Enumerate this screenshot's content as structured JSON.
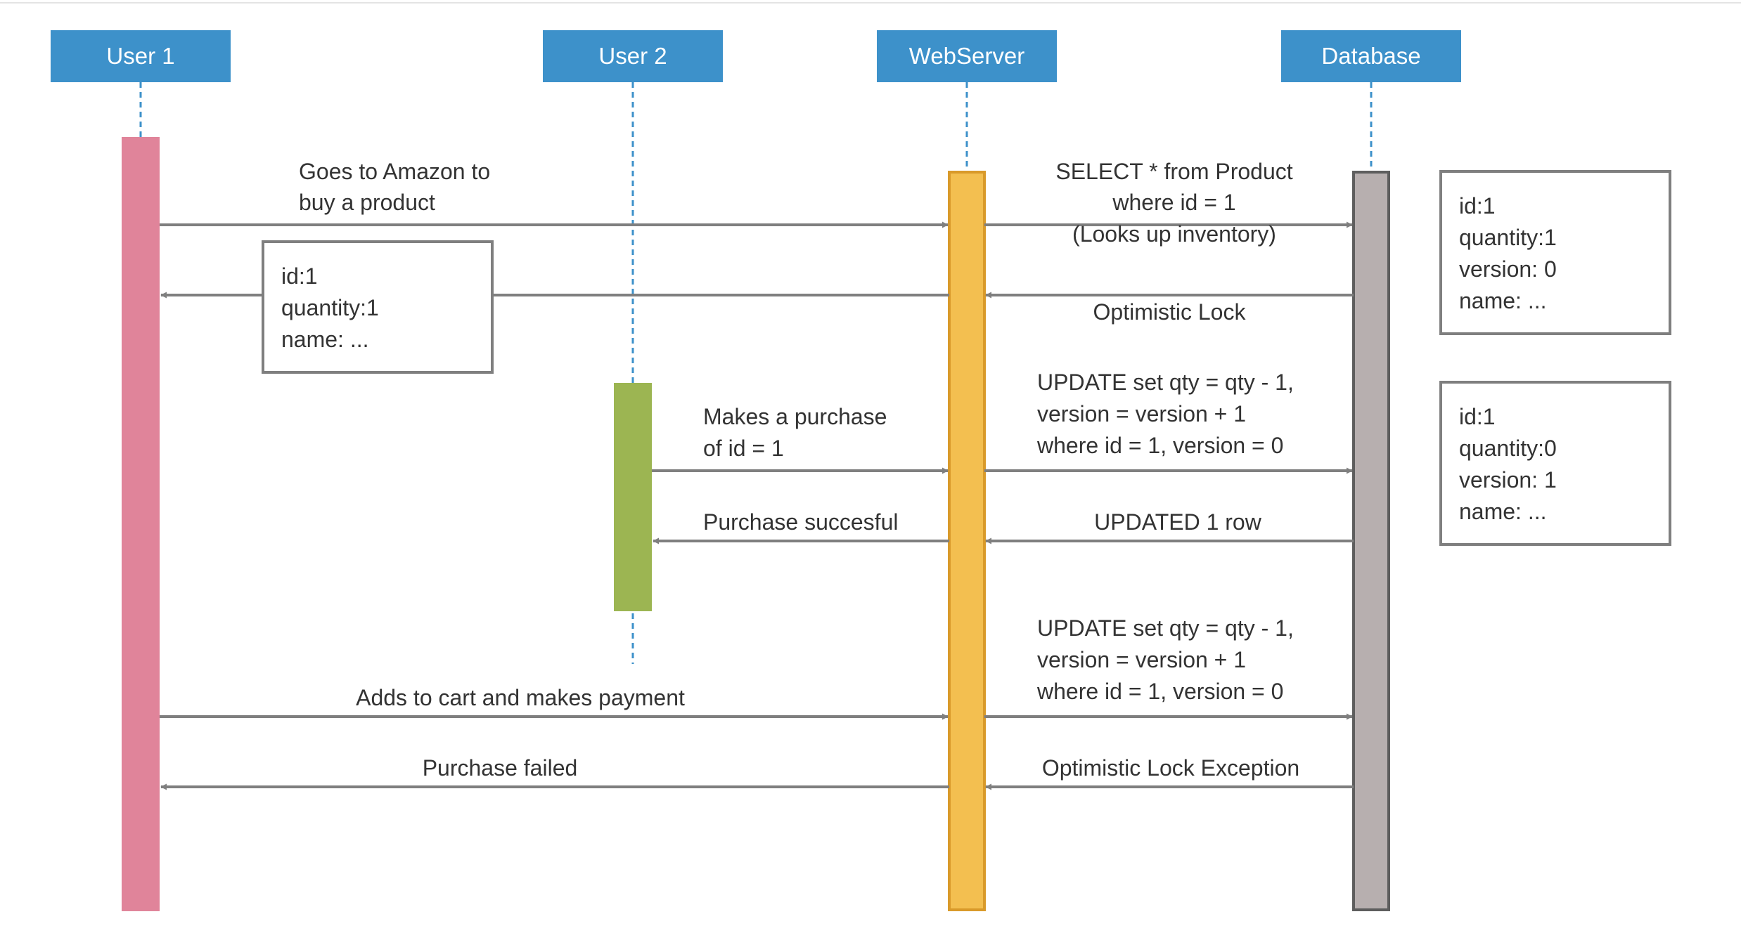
{
  "colors": {
    "actor_header": "#3d91ca",
    "lifeline": "#3d91ca",
    "arrow": "#7f7f7f",
    "box_border": "#7f7f7f",
    "text": "#333333",
    "user1_activation": "#e0849a",
    "user2_activation": "#9cb552",
    "webserver_activation": "#f3bf50",
    "webserver_border": "#d99a2a",
    "database_activation": "#b7afaf",
    "database_border": "#5e5e5e"
  },
  "actors": {
    "user1": "User 1",
    "user2": "User 2",
    "webserver": "WebServer",
    "database": "Database"
  },
  "messages": {
    "goes_to_amazon": [
      "Goes to Amazon to",
      "buy a product"
    ],
    "select_product": [
      "SELECT * from Product",
      "where id = 1",
      "(Looks up inventory)"
    ],
    "optimistic_lock": "Optimistic Lock",
    "makes_purchase": [
      "Makes a purchase",
      "of id = 1"
    ],
    "update_query_1": [
      "UPDATE set qty = qty - 1,",
      "version = version + 1",
      "where id = 1, version = 0"
    ],
    "purchase_successful": "Purchase succesful",
    "updated_row": "UPDATED 1 row",
    "adds_to_cart": "Adds to cart and makes payment",
    "update_query_2": [
      "UPDATE set qty = qty - 1,",
      "version = version + 1",
      "where id = 1, version = 0"
    ],
    "purchase_failed": "Purchase failed",
    "optimistic_lock_exception": "Optimistic Lock Exception"
  },
  "notes": {
    "user1_record": [
      "id:1",
      "quantity:1",
      "name: ..."
    ],
    "db_record_before": [
      "id:1",
      "quantity:1",
      "version: 0",
      "name: ..."
    ],
    "db_record_after": [
      "id:1",
      "quantity:0",
      "version: 1",
      "name: ..."
    ]
  }
}
